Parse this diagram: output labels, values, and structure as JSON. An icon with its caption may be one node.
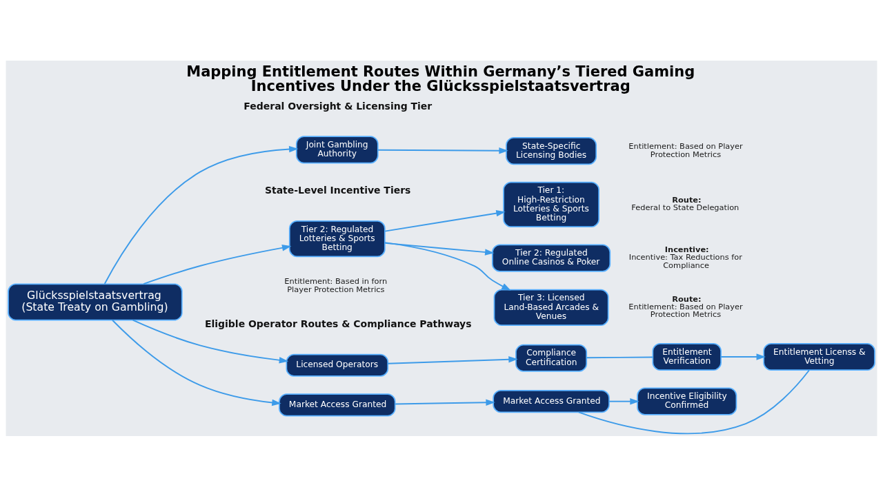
{
  "diagram": {
    "title": "Mapping Entitlement Routes Within Germany’s Tiered Gaming Incentives Under the Glücksspielstaatsvertrag",
    "nodes": [
      {
        "text": [
          "Glücksspielstaatsvertrag (State Treaty on Gambling)"
        ]
      },
      {
        "text": [
          "Joint Gambling Authority"
        ]
      },
      {
        "text": [
          "State-Specific Licensing Bodies"
        ],
        "beside": [
          "Entitlement: Based on Player Protection Metrics"
        ]
      },
      {
        "text": [
          "Tier 2: Regulated Lotteries & Sports Betting"
        ],
        "beside": [
          "Entitlement: Based in forn Player Protection Metrics"
        ]
      },
      {
        "text": [
          "Tier 1: High-Restriction Lotteries & Sports Betting"
        ],
        "beside": [
          "Route:",
          "Federal to State Delegation"
        ]
      },
      {
        "text": [
          "Tier 2: Regulated Online Casinos & Poker"
        ],
        "beside": [
          "Incentive:",
          "Incentive: Tax Reductions for Compliance"
        ]
      },
      {
        "text": [
          "Tier 3: Licensed Land-Based Arcades & Venues"
        ],
        "beside": [
          "Route:",
          "Entitlement: Based on Player Protection Metrics"
        ]
      },
      {
        "text": [
          "Licensed Operators"
        ]
      },
      {
        "text": [
          "Compliance Certification"
        ]
      },
      {
        "text": [
          "Entitlement Verification"
        ]
      },
      {
        "text": [
          "Entitlement Licenss & Vetting"
        ]
      },
      {
        "text": [
          "Market Access Granted"
        ]
      },
      {
        "text": [
          "Market Access Granted"
        ]
      },
      {
        "text": [
          "Incentive Eligibility Confirmed"
        ]
      }
    ],
    "edges": [
      {
        "from": 0,
        "to": 1,
        "arrow": "to"
      },
      {
        "from": 0,
        "to": 3,
        "arrow": "to"
      },
      {
        "from": 0,
        "to": 7,
        "arrow": "to"
      },
      {
        "from": 0,
        "to": 11,
        "arrow": "to"
      },
      {
        "from": 1,
        "to": 2,
        "arrow": "to"
      },
      {
        "from": 3,
        "to": 4,
        "arrow": "to"
      },
      {
        "from": 3,
        "to": 5,
        "arrow": "to"
      },
      {
        "from": 3,
        "to": 6,
        "arrow": "to"
      },
      {
        "from": 7,
        "to": 8,
        "arrow": "to"
      },
      {
        "from": 8,
        "to": 9,
        "arrow": "none"
      },
      {
        "from": 9,
        "to": 10,
        "arrow": "to"
      },
      {
        "from": 10,
        "to": 12,
        "arrow": "none"
      },
      {
        "from": 11,
        "to": 12,
        "arrow": "to"
      },
      {
        "from": 12,
        "to": 13,
        "arrow": "to"
      }
    ],
    "labels": [
      "Federal Oversight & Licensing Tier",
      "State-Level Incentive Tiers",
      "Eligible Operator Routes & Compliance Pathways"
    ]
  }
}
